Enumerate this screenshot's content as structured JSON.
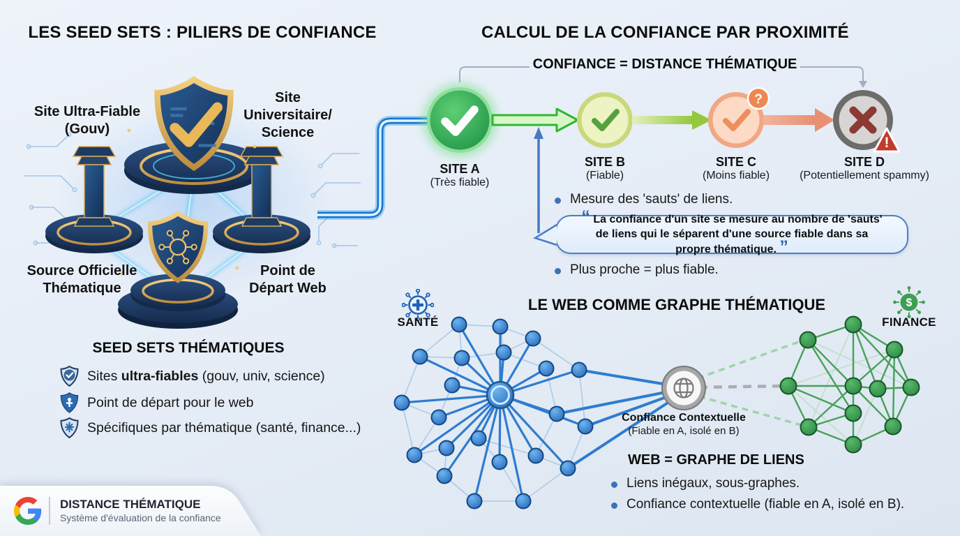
{
  "colors": {
    "accent_blue": "#2f6fb8",
    "trust_green": "#2ea04e",
    "mid_green": "#8dc63f",
    "warn_orange": "#ee8f5f",
    "spam_gray": "#6f6c6c",
    "alert_red": "#c13a2b",
    "quote_blue": "#4a7fc4"
  },
  "left_panel": {
    "title": "LES SEED SETS : PILIERS DE CONFIANCE",
    "pillar_labels": {
      "top_left": "Site Ultra-Fiable\n(Gouv)",
      "top_right": "Site\nUniversitaire/\nScience",
      "bottom_left": "Source Officielle\nThématique",
      "bottom_right": "Point de\nDépart Web"
    },
    "seed_sets": {
      "title": "SEED SETS THÉMATIQUES",
      "items": [
        {
          "icon": "shield-check-icon",
          "pre": "Sites ",
          "bold": "ultra-fiables",
          "post": " (gouv, univ, science)"
        },
        {
          "icon": "shield-solid-icon",
          "pre": "",
          "bold": "",
          "post": "Point de départ pour le web"
        },
        {
          "icon": "shield-star-icon",
          "pre": "",
          "bold": "",
          "post": "Spécifiques par thématique (santé, finance...)"
        }
      ]
    }
  },
  "proximity": {
    "title": "CALCUL DE LA CONFIANCE PAR PROXIMITÉ",
    "subtitle": "CONFIANCE = DISTANCE THÉMATIQUE",
    "sites": [
      {
        "icon": "check-circle-icon",
        "name": "SITE A",
        "status": "(Très fiable)"
      },
      {
        "icon": "check-circle-icon",
        "name": "SITE B",
        "status": "(Fiable)"
      },
      {
        "icon": "check-question-icon",
        "name": "SITE C",
        "status": "(Moins fiable)"
      },
      {
        "icon": "x-alert-icon",
        "name": "SITE D",
        "status": "(Potentiellement spammy)"
      }
    ],
    "bullet_hops": "Mesure des 'sauts' de liens.",
    "quote_open": "“",
    "quote_text": "La confiance d'un site se mesure au nombre de 'sauts' de liens qui le séparent d'une source fiable dans sa propre thématique.",
    "quote_close": "”",
    "bullet_closer": "Plus proche = plus fiable."
  },
  "web_graph": {
    "title": "LE WEB COMME GRAPHE THÉMATIQUE",
    "cluster_left": {
      "icon": "health-network-icon",
      "label": "SANTÉ"
    },
    "cluster_right": {
      "icon": "finance-network-icon",
      "label": "FINANCE"
    },
    "bridge": {
      "icon": "globe-icon",
      "label": "Confiance Contextuelle",
      "sublabel": "(Fiable en A, isolé en B)"
    },
    "subheading": "WEB = GRAPHE DE LIENS",
    "bullets": [
      "Liens inégaux, sous-graphes.",
      "Confiance contextuelle (fiable en A, isolé en B)."
    ]
  },
  "footer": {
    "icon": "google-logo",
    "title": "DISTANCE THÉMATIQUE",
    "subtitle": "Système d'évaluation de la confiance"
  }
}
